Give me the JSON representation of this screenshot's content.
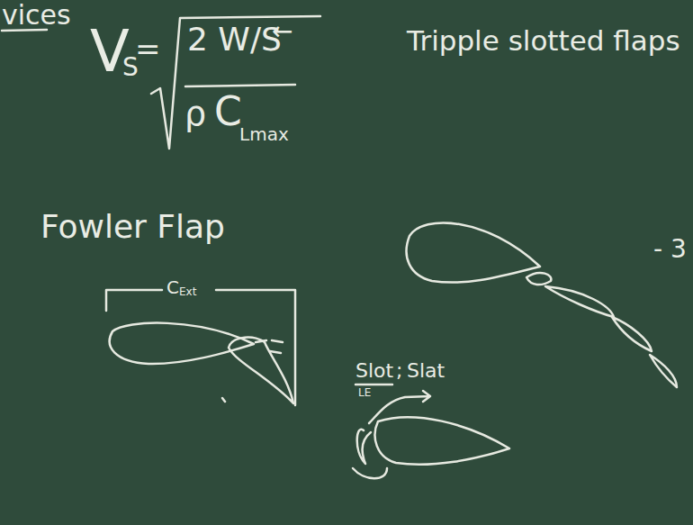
{
  "diagram": {
    "labels": [
      "vices",
      "V",
      "S",
      "=",
      "2 W/S",
      "←",
      "ρ",
      "C",
      "Lmax",
      "Tripple slotted flaps",
      "- 3",
      "Fowler Flap",
      "C",
      "Ext",
      "Slot",
      ";",
      "Slat",
      "LE"
    ]
  }
}
